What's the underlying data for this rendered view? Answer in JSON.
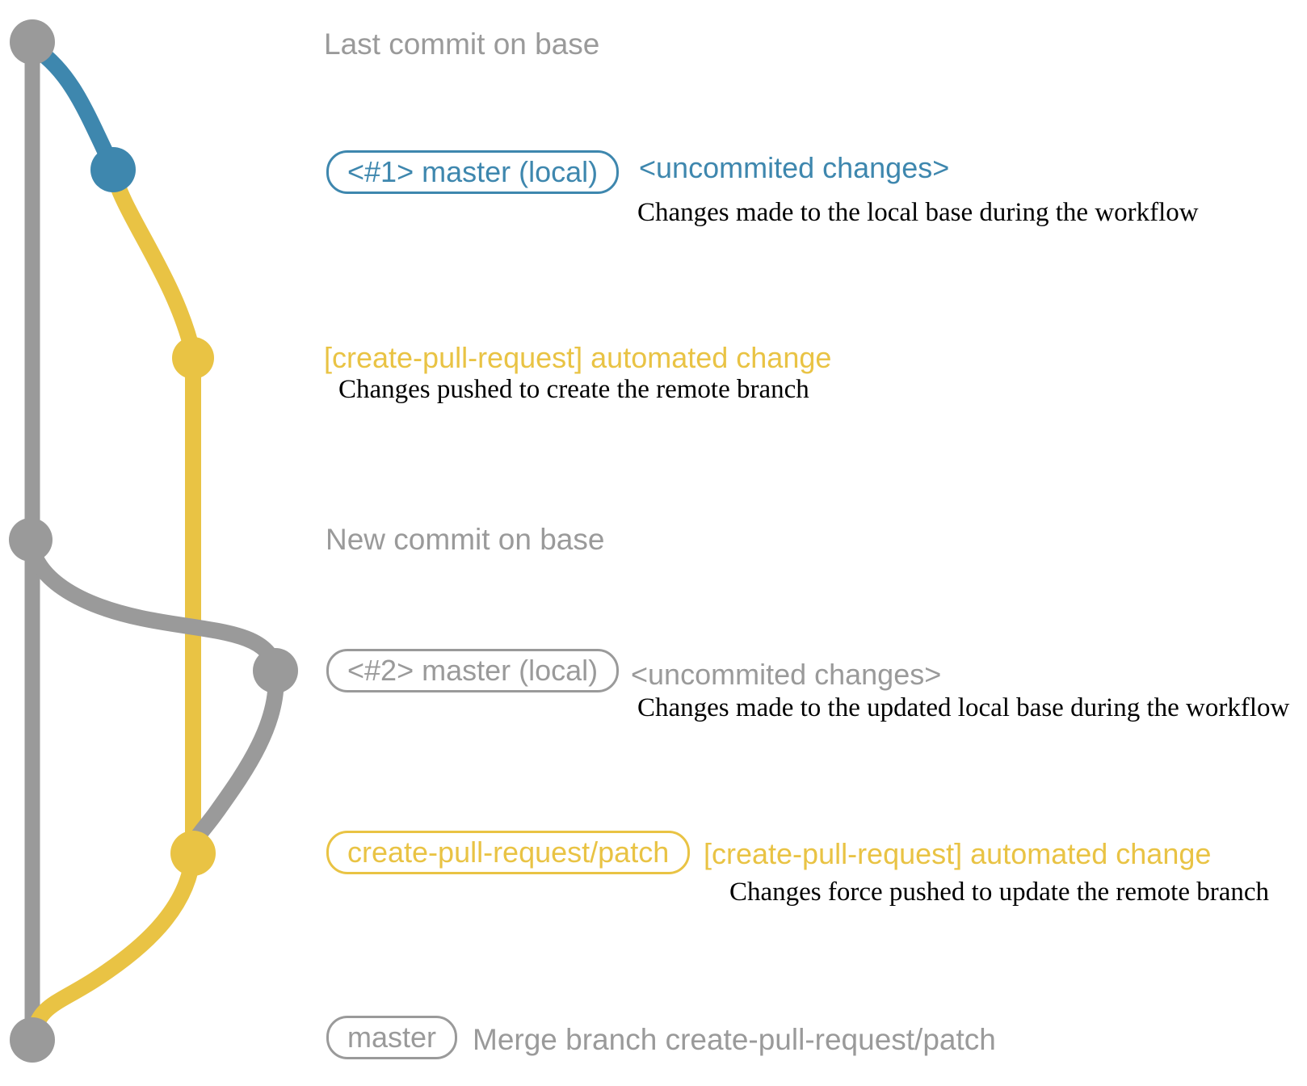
{
  "colors": {
    "gray": "#9a9a9a",
    "blue": "#3e87ae",
    "yellow": "#e9c344",
    "description_text": "#000000",
    "background": "#ffffff"
  },
  "graph": {
    "branches": [
      {
        "name": "base",
        "color_key": "gray"
      },
      {
        "name": "master-local",
        "color_key": "blue"
      },
      {
        "name": "create-pull-request-patch",
        "color_key": "yellow"
      }
    ],
    "commits": [
      {
        "id": "last-commit-on-base",
        "color_key": "gray"
      },
      {
        "id": "uncommitted-changes-1",
        "color_key": "blue"
      },
      {
        "id": "automated-change-1",
        "color_key": "yellow"
      },
      {
        "id": "new-commit-on-base",
        "color_key": "gray"
      },
      {
        "id": "uncommitted-changes-2",
        "color_key": "gray"
      },
      {
        "id": "automated-change-2",
        "color_key": "yellow"
      },
      {
        "id": "merge-commit",
        "color_key": "gray"
      }
    ]
  },
  "annotations": {
    "last_commit_label": "Last commit on base",
    "row1": {
      "badge": "<#1> master (local)",
      "side": "<uncommited changes>",
      "desc": "Changes made to the local base during the workflow"
    },
    "row2": {
      "side": "[create-pull-request] automated change",
      "desc": "Changes pushed to create the remote branch"
    },
    "new_commit_label": "New commit on base",
    "row3": {
      "badge": "<#2> master (local)",
      "side": "<uncommited changes>",
      "desc": "Changes made to the updated local base during the workflow"
    },
    "row4": {
      "badge": "create-pull-request/patch",
      "side": "[create-pull-request] automated change",
      "desc": "Changes force pushed to update the remote branch"
    },
    "row5": {
      "badge": "master",
      "side": "Merge branch create-pull-request/patch"
    }
  }
}
